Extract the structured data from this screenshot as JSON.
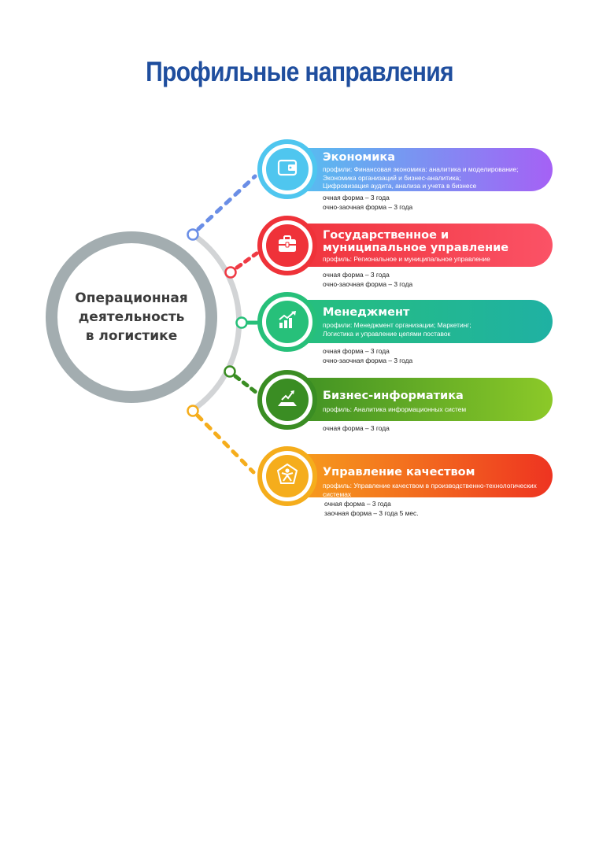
{
  "title": "Профильные направления",
  "center": {
    "text": "Операционная\nдеятельность\nв логистике"
  },
  "colors": {
    "title": "#1f4e9e",
    "hub": "#a3adb0",
    "economy": [
      "#4fc6ef",
      "#a561f5"
    ],
    "gmu": [
      "#ef3239",
      "#fb5266"
    ],
    "management": [
      "#27c07a",
      "#1fb1a3"
    ],
    "bi": [
      "#3a8d23",
      "#8cc928"
    ],
    "quality": [
      "#f7a51c",
      "#ee3421"
    ]
  },
  "directions": [
    {
      "id": "economy",
      "title": "Экономика",
      "profiles": "профили: Финансовая экономика: аналитика и моделирование;\nЭкономика организаций и бизнес-аналитика;\nЦифровизация аудита, анализа и учета в бизнесе",
      "forms": [
        "очная форма – 3 года",
        "очно-заочная форма – 3 года"
      ],
      "icon": "wallet-icon"
    },
    {
      "id": "gmu",
      "title": "Государственное и\nмуниципальное управление",
      "profiles": "профиль: Региональное и муниципальное управление",
      "forms": [
        "очная форма – 3 года",
        "очно-заочная форма – 3 года"
      ],
      "icon": "briefcase-icon"
    },
    {
      "id": "management",
      "title": "Менеджмент",
      "profiles": "профили: Менеджмент организации;  Маркетинг;\nЛогистика и управление цепями поставок",
      "forms": [
        "очная форма – 3 года",
        "очно-заочная форма – 3 года"
      ],
      "icon": "growth-chart-icon"
    },
    {
      "id": "bi",
      "title": "Бизнес-информатика",
      "profiles": "профиль: Аналитика информационных систем",
      "forms": [
        "очная форма – 3 года"
      ],
      "icon": "laptop-chart-icon"
    },
    {
      "id": "quality",
      "title": "Управление качеством",
      "profiles": "профиль: Управление качеством в производственно-технологических системах",
      "forms": [
        "очная форма – 3 года",
        "заочная форма – 3 года 5 мес."
      ],
      "icon": "quality-person-icon"
    }
  ]
}
